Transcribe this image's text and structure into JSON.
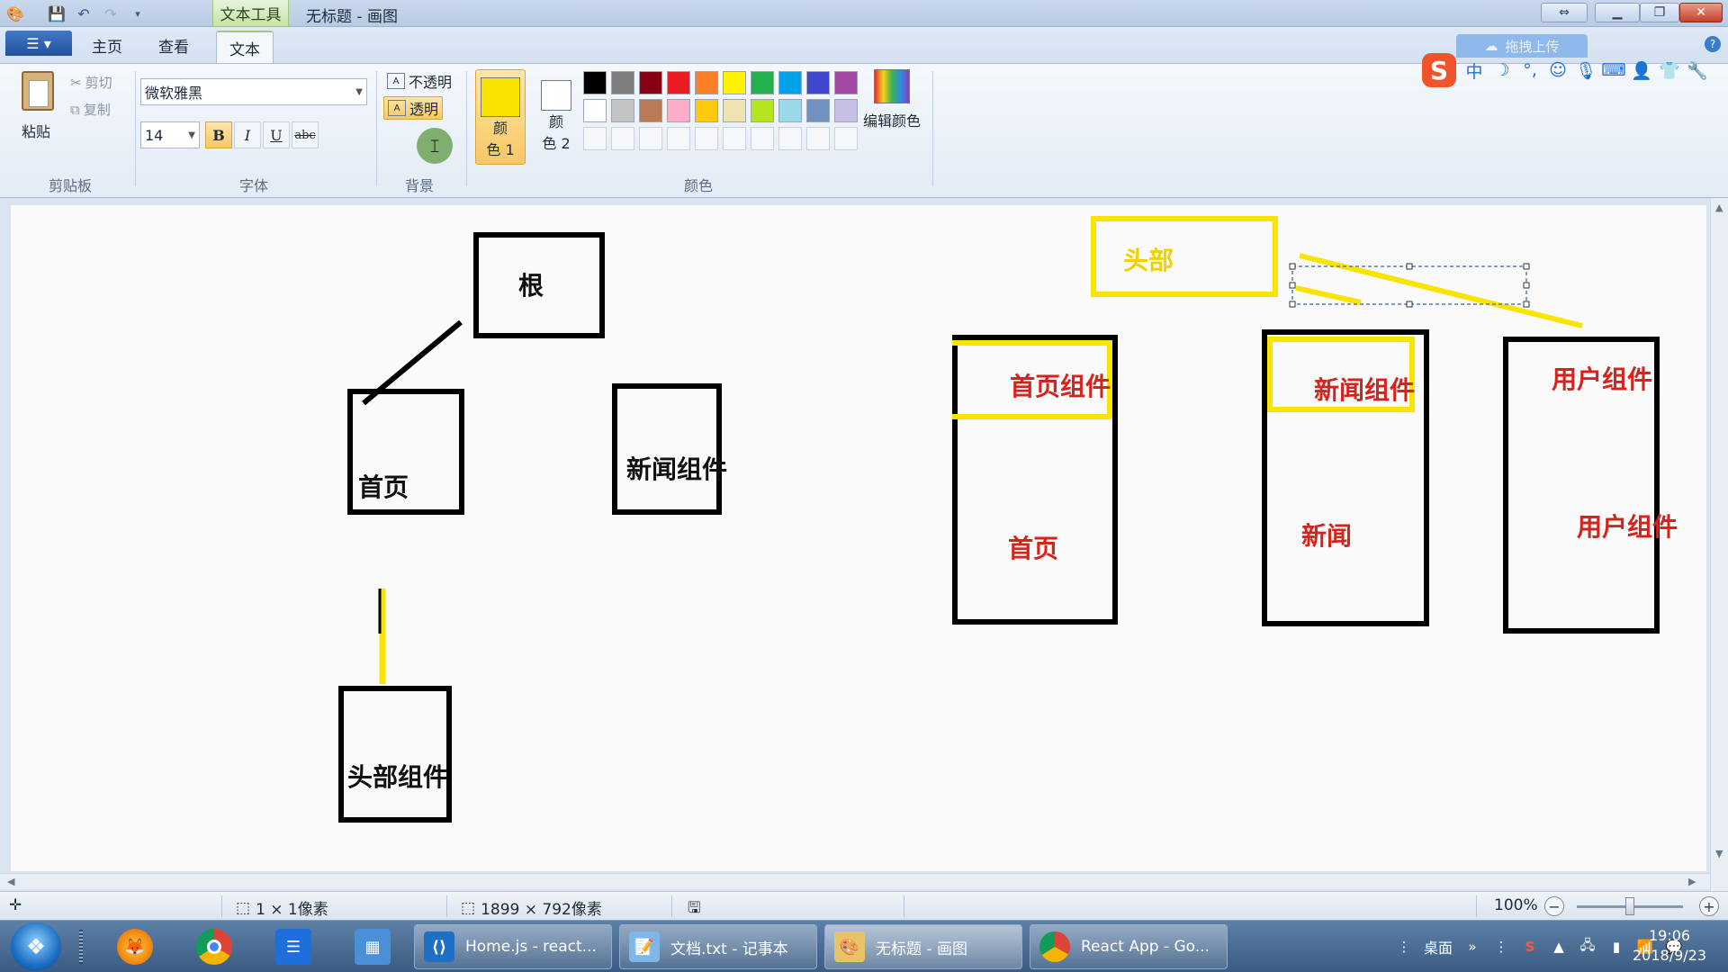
{
  "window": {
    "context_tab_header": "文本工具",
    "title": "无标题 - 画图"
  },
  "tabs": {
    "home": "主页",
    "view": "查看",
    "text": "文本"
  },
  "upload": {
    "label": "拖拽上传"
  },
  "ribbon": {
    "clipboard": {
      "paste": "粘贴",
      "cut": "剪切",
      "copy": "复制",
      "group": "剪贴板"
    },
    "font": {
      "family": "微软雅黑",
      "size": "14",
      "bold": "B",
      "italic": "I",
      "underline": "U",
      "strike": "abc",
      "group": "字体"
    },
    "background": {
      "opaque": "不透明",
      "transparent": "透明",
      "group": "背景"
    },
    "colors": {
      "color1_line1": "颜",
      "color1_line2": "色 1",
      "color2_line1": "颜",
      "color2_line2": "色 2",
      "color1_value": "#f9e400",
      "color2_value": "#ffffff",
      "palette_row1": [
        "#000000",
        "#7f7f7f",
        "#880015",
        "#ed1c24",
        "#ff7f27",
        "#fff200",
        "#22b14c",
        "#00a2e8",
        "#3f48cc",
        "#a349a4"
      ],
      "palette_row2": [
        "#ffffff",
        "#c3c3c3",
        "#b97a57",
        "#ffaec9",
        "#ffc90e",
        "#efe4b0",
        "#b5e61d",
        "#99d9ea",
        "#7092be",
        "#c8bfe7"
      ],
      "edit": "编辑颜色",
      "group": "颜色"
    }
  },
  "canvas": {
    "root": "根",
    "home": "首页",
    "news_component_left": "新闻组件",
    "header_component": "头部组件",
    "header": "头部",
    "home_component_label": "首页组件",
    "home_body": "首页",
    "news_component_label": "新闻组件",
    "news_body": "新闻",
    "user_component_label": "用户组件",
    "user_body": "用户组件"
  },
  "status": {
    "selection": "1 × 1像素",
    "canvas_size": "1899 × 792像素",
    "zoom": "100%"
  },
  "taskbar": {
    "tasks": [
      "Home.js - react...",
      "文档.txt - 记事本",
      "无标题 - 画图",
      "React App - Go..."
    ],
    "desktop": "桌面",
    "time": "19:06",
    "date": "2018/9/23"
  }
}
